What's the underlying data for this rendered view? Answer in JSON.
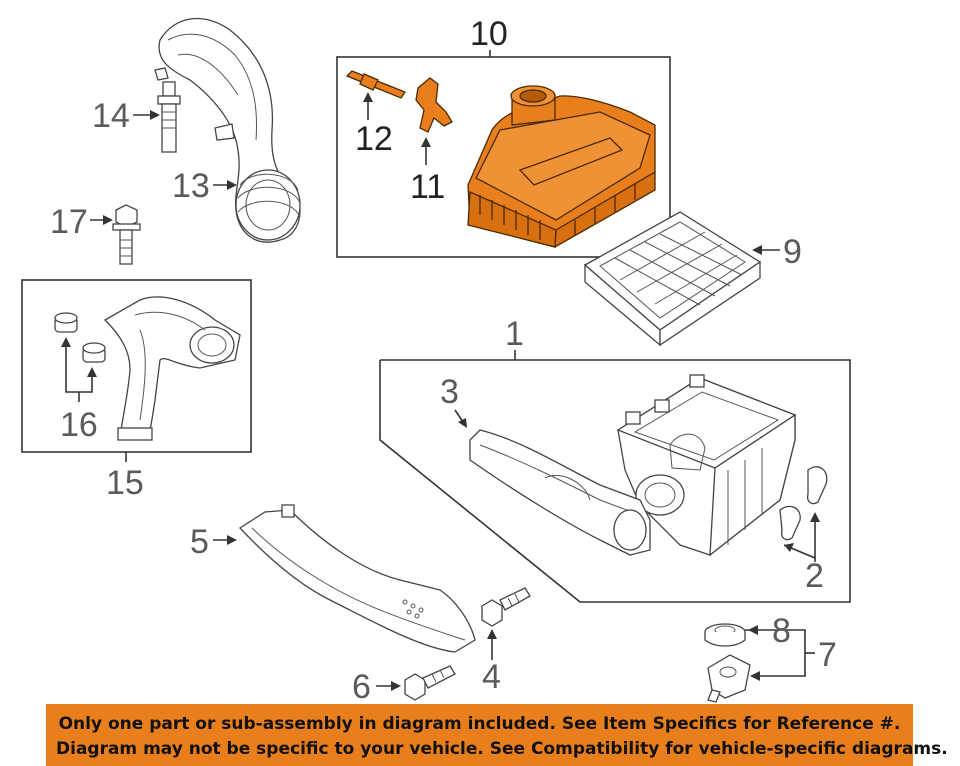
{
  "diagram": {
    "callouts": {
      "c1": "1",
      "c2": "2",
      "c3": "3",
      "c4": "4",
      "c5": "5",
      "c6": "6",
      "c7": "7",
      "c8": "8",
      "c9": "9",
      "c10": "10",
      "c11": "11",
      "c12": "12",
      "c13": "13",
      "c14": "14",
      "c15": "15",
      "c16": "16",
      "c17": "17"
    },
    "highlighted_part": "10",
    "highlight_color": "#e87e1c"
  },
  "notice": {
    "line1": "Only one part or sub-assembly in diagram included. See Item Specifics for Reference #.",
    "line2": "Diagram may not be specific to your vehicle. See Compatibility for vehicle-specific diagrams.",
    "background_color": "#e87e1c"
  }
}
